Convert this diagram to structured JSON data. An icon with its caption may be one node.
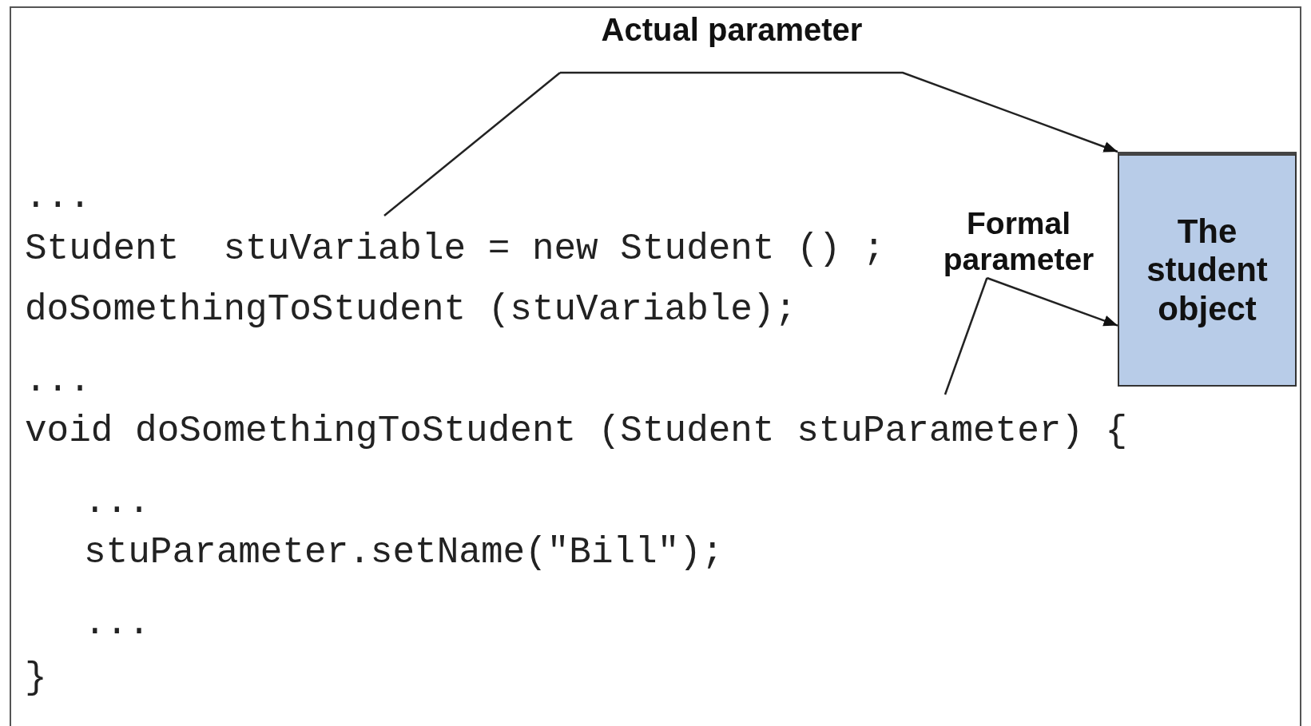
{
  "diagram": {
    "nodes": [
      {
        "text": [
          "Actual parameter"
        ]
      },
      {
        "text": [
          "The student object"
        ]
      },
      {
        "text": [
          "Formal parameter"
        ]
      }
    ],
    "edges": [
      {
        "from": 0,
        "to": null,
        "arrow": "none"
      },
      {
        "from": 0,
        "to": 1,
        "arrow": "to"
      },
      {
        "from": 2,
        "to": null,
        "arrow": "none"
      },
      {
        "from": 2,
        "to": 1,
        "arrow": "to"
      }
    ],
    "labels": [
      "...",
      "Student  stuVariable = new Student () ;",
      "doSomethingToStudent (stuVariable);",
      "...",
      "void doSomethingToStudent (Student stuParameter) {",
      "...",
      "stuParameter.setName(\"Bill\");",
      "...",
      "}"
    ]
  }
}
